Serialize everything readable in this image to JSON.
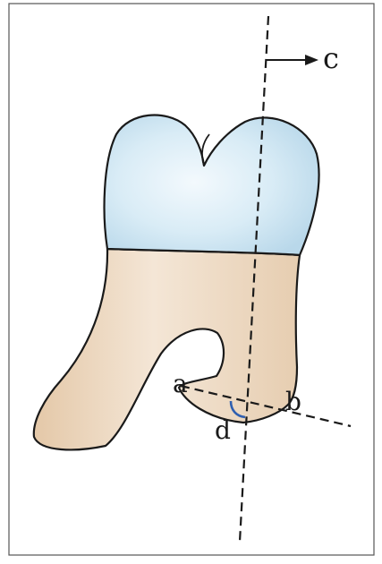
{
  "labels": {
    "a": "a",
    "b": "b",
    "c": "c",
    "d": "d"
  },
  "colors": {
    "crown_fill": "#cfe6f3",
    "crown_highlight": "#eef7fc",
    "root_fill": "#efdcc6",
    "root_shadow": "#e2c6a6",
    "outline": "#1a1a1a",
    "angle_arc": "#2f5fb0",
    "frame_border": "#555555"
  }
}
